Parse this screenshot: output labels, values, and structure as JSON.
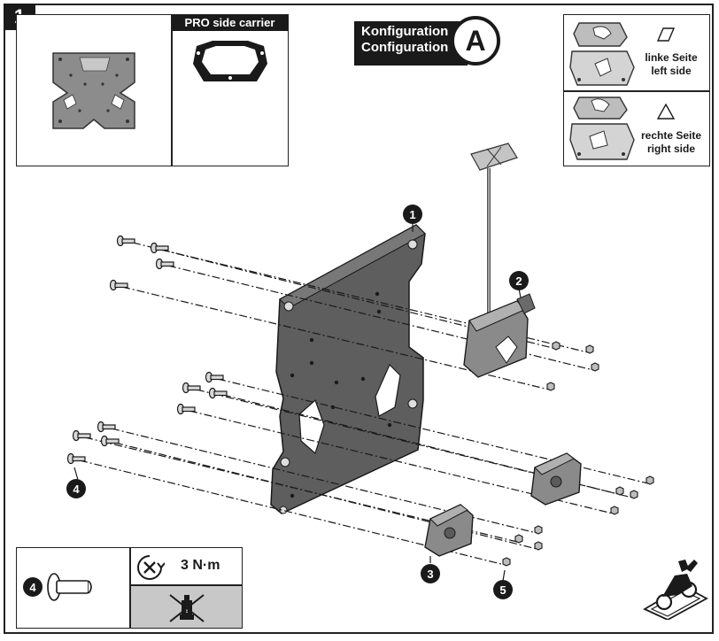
{
  "step": {
    "number": "1"
  },
  "carrier_box": {
    "label": "PRO side carrier"
  },
  "configuration": {
    "title_de": "Konfiguration",
    "title_en": "Configuration",
    "letter": "A"
  },
  "sides": {
    "left": {
      "symbol": "parallelogram-icon",
      "label_de": "linke Seite",
      "label_en": "left side"
    },
    "right": {
      "symbol": "triangle-icon",
      "label_de": "rechte Seite",
      "label_en": "right side"
    }
  },
  "callouts": [
    "1",
    "2",
    "3",
    "4",
    "5"
  ],
  "legend": {
    "part_number": "4",
    "torque": "3 N·m",
    "icons": [
      "bolt-icon",
      "torque-wrench-icon",
      "no-threadlocker-icon"
    ]
  },
  "colors": {
    "plate": "#5e5e5e",
    "dark": "#1a1a1a",
    "bracket": "#8a8a8a",
    "legend_bg": "#c8c8c8"
  }
}
